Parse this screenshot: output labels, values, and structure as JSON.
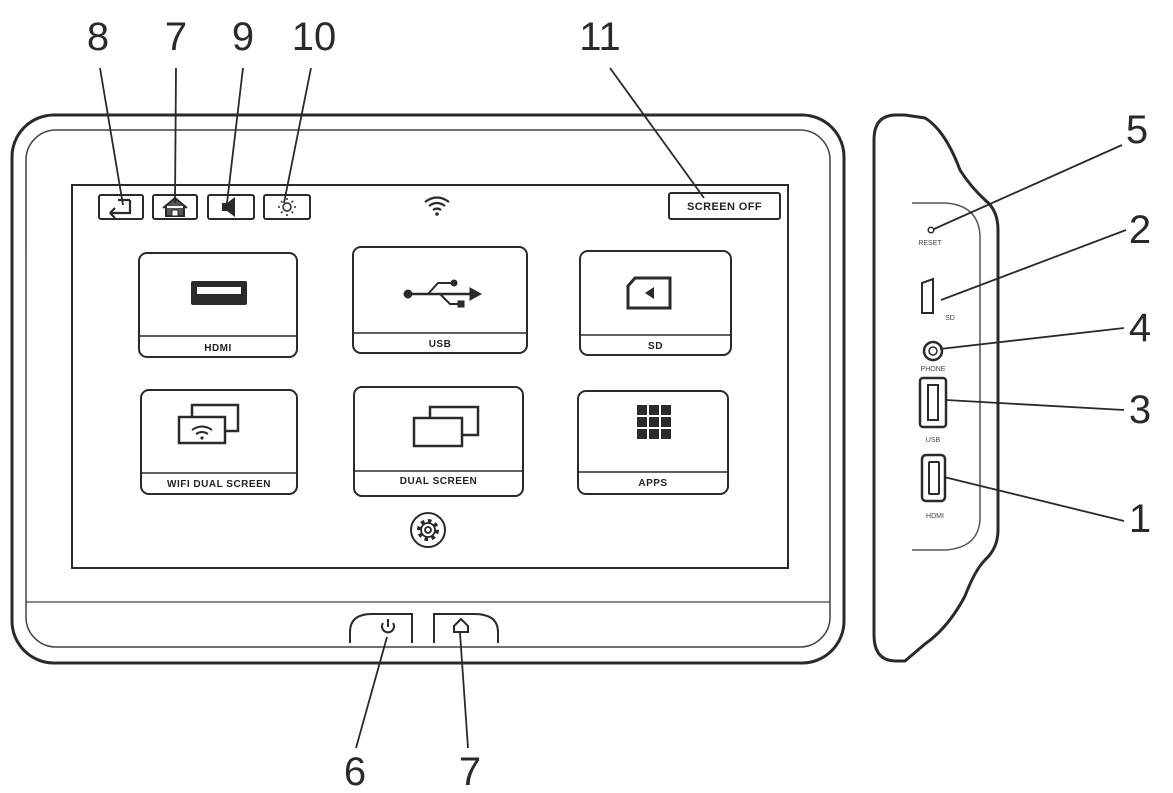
{
  "callouts": {
    "c8": "8",
    "c7_top": "7",
    "c9": "9",
    "c10": "10",
    "c11": "11",
    "c5": "5",
    "c2": "2",
    "c4": "4",
    "c3": "3",
    "c1": "1",
    "c6": "6",
    "c7_bottom": "7"
  },
  "screen": {
    "screen_off_label": "SCREEN OFF",
    "status_icon": "wifi-icon",
    "toolbar_icons": [
      "back-icon",
      "home-icon",
      "volume-icon",
      "brightness-icon"
    ],
    "settings_icon": "gear-icon"
  },
  "tiles": [
    {
      "label": "HDMI",
      "icon": "hdmi-icon"
    },
    {
      "label": "USB",
      "icon": "usb-icon"
    },
    {
      "label": "SD",
      "icon": "sd-card-icon"
    },
    {
      "label": "WIFI DUAL SCREEN",
      "icon": "wifi-dual-screen-icon"
    },
    {
      "label": "DUAL SCREEN",
      "icon": "dual-screen-icon"
    },
    {
      "label": "APPS",
      "icon": "apps-grid-icon"
    }
  ],
  "bezel_buttons": [
    {
      "icon": "power-icon"
    },
    {
      "icon": "home-icon"
    }
  ],
  "side_ports": {
    "reset_label": "RESET",
    "sd_label": "SD",
    "phone_label": "PHONE",
    "usb_label": "USB",
    "hdmi_label": "HDMI"
  }
}
